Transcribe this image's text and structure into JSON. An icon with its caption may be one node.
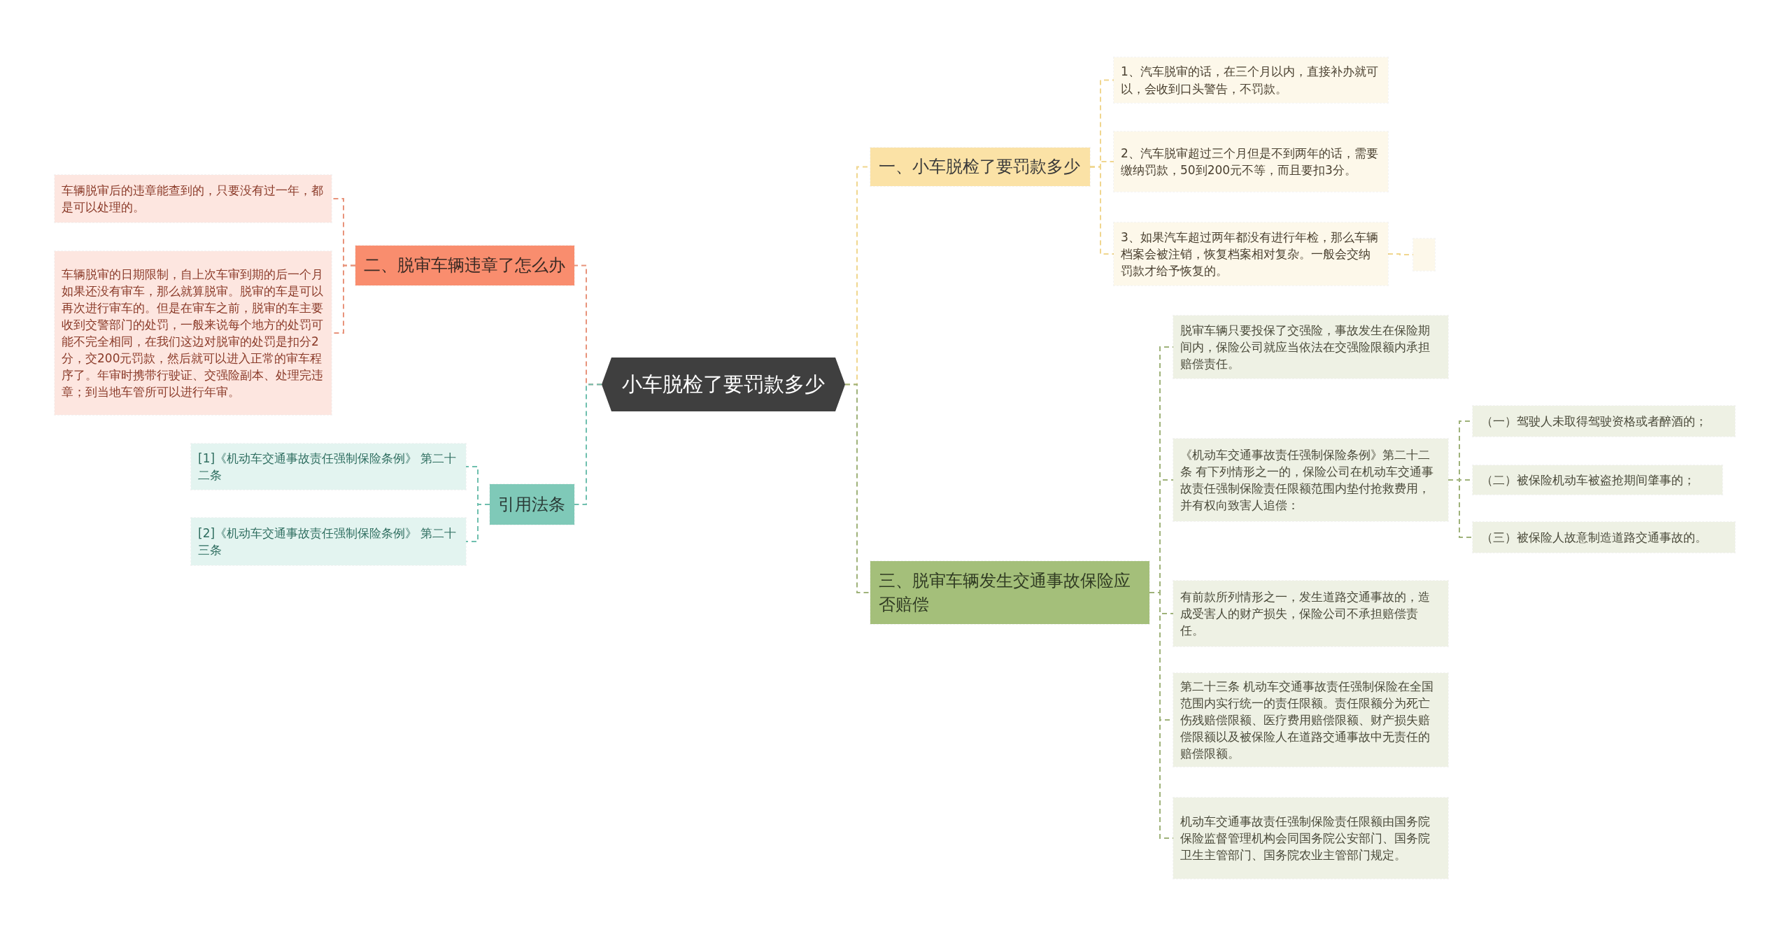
{
  "diagram": {
    "nodes": [
      {
        "text": [
          "小车脱检了要罚款多少"
        ]
      },
      {
        "text": [
          "一、小车脱检了要罚款多少"
        ]
      },
      {
        "text": [
          "1、汽车脱审的话，在三个月以内，直接补办就可以，会收到口头警告，不罚款。"
        ]
      },
      {
        "text": [
          "2、汽车脱审超过三个月但是不到两年的话，需要缴纳罚款，50到200元不等，而且要扣3分。"
        ]
      },
      {
        "text": [
          "3、如果汽车超过两年都没有进行年检，那么车辆档案会被注销，恢复档案相对复杂。一般会交纳罚款才给予恢复的。"
        ]
      },
      {
        "text": [],
        "shape": "box"
      },
      {
        "text": [
          "二、脱审车辆违章了怎么办"
        ]
      },
      {
        "text": [
          "车辆脱审后的违章能查到的，只要没有过一年，都是可以处理的。"
        ]
      },
      {
        "text": [
          "车辆脱审的日期限制，自上次车审到期的后一个月如果还没有审车，那么就算脱审。脱审的车是可以再次进行审车的。但是在审车之前，脱审的车主要收到交警部门的处罚，一般来说每个地方的处罚可能不完全相同，在我们这边对脱审的处罚是扣分2分，交200元罚款，然后就可以进入正常的审车程序了。年审时携带行驶证、交强险副本、处理完违章；到当地车管所可以进行年审。"
        ]
      },
      {
        "text": [
          "引用法条"
        ]
      },
      {
        "text": [
          "[1]《机动车交通事故责任强制保险条例》 第二十二条"
        ]
      },
      {
        "text": [
          "[2]《机动车交通事故责任强制保险条例》 第二十三条"
        ]
      },
      {
        "text": [
          "三、脱审车辆发生交通事故保险应否赔偿"
        ]
      },
      {
        "text": [
          "脱审车辆只要投保了交强险，事故发生在保险期间内，保险公司就应当依法在交强险限额内承担赔偿责任。"
        ]
      },
      {
        "text": [
          "《机动车交通事故责任强制保险条例》第二十二条 有下列情形之一的，保险公司在机动车交通事故责任强制保险责任限额范围内垫付抢救费用，并有权向致害人追偿："
        ]
      },
      {
        "text": [
          "（一）驾驶人未取得驾驶资格或者醉酒的；"
        ]
      },
      {
        "text": [
          "（二）被保险机动车被盗抢期间肇事的；"
        ]
      },
      {
        "text": [
          "（三）被保险人故意制造道路交通事故的。"
        ]
      },
      {
        "text": [
          "有前款所列情形之一，发生道路交通事故的，造成受害人的财产损失，保险公司不承担赔偿责任。"
        ]
      },
      {
        "text": [
          "第二十三条 机动车交通事故责任强制保险在全国范围内实行统一的责任限额。责任限额分为死亡伤残赔偿限额、医疗费用赔偿限额、财产损失赔偿限额以及被保险人在道路交通事故中无责任的赔偿限额。"
        ]
      },
      {
        "text": [
          "机动车交通事故责任强制保险责任限额由国务院保险监督管理机构会同国务院公安部门、国务院卫生主管部门、国务院农业主管部门规定。"
        ]
      }
    ],
    "edges": [
      {
        "from": 0,
        "to": 1,
        "arrow": "none",
        "style": "dashed",
        "color": "#f0d68e"
      },
      {
        "from": 1,
        "to": 2,
        "arrow": "none",
        "style": "dashed",
        "color": "#f0d68e"
      },
      {
        "from": 1,
        "to": 3,
        "arrow": "none",
        "style": "dashed",
        "color": "#f0d68e"
      },
      {
        "from": 1,
        "to": 4,
        "arrow": "none",
        "style": "dashed",
        "color": "#f0d68e"
      },
      {
        "from": 4,
        "to": 5,
        "arrow": "none",
        "style": "dashed",
        "color": "#f0d68e"
      },
      {
        "from": 0,
        "to": 6,
        "arrow": "none",
        "style": "dashed",
        "color": "#e8937b"
      },
      {
        "from": 6,
        "to": 7,
        "arrow": "none",
        "style": "dashed",
        "color": "#e8937b"
      },
      {
        "from": 6,
        "to": 8,
        "arrow": "none",
        "style": "dashed",
        "color": "#e8937b"
      },
      {
        "from": 0,
        "to": 9,
        "arrow": "none",
        "style": "dashed",
        "color": "#6fbfae"
      },
      {
        "from": 9,
        "to": 10,
        "arrow": "none",
        "style": "dashed",
        "color": "#6fbfae"
      },
      {
        "from": 9,
        "to": 11,
        "arrow": "none",
        "style": "dashed",
        "color": "#6fbfae"
      },
      {
        "from": 0,
        "to": 12,
        "arrow": "none",
        "style": "dashed",
        "color": "#9fb27a"
      },
      {
        "from": 12,
        "to": 13,
        "arrow": "none",
        "style": "dashed",
        "color": "#9fb27a"
      },
      {
        "from": 12,
        "to": 14,
        "arrow": "none",
        "style": "dashed",
        "color": "#9fb27a"
      },
      {
        "from": 14,
        "to": 15,
        "arrow": "none",
        "style": "dashed",
        "color": "#9fb27a"
      },
      {
        "from": 14,
        "to": 16,
        "arrow": "none",
        "style": "dashed",
        "color": "#9fb27a"
      },
      {
        "from": 14,
        "to": 17,
        "arrow": "none",
        "style": "dashed",
        "color": "#9fb27a"
      },
      {
        "from": 12,
        "to": 18,
        "arrow": "none",
        "style": "dashed",
        "color": "#9fb27a"
      },
      {
        "from": 12,
        "to": 19,
        "arrow": "none",
        "style": "dashed",
        "color": "#9fb27a"
      },
      {
        "from": 12,
        "to": 20,
        "arrow": "none",
        "style": "dashed",
        "color": "#9fb27a"
      }
    ]
  }
}
